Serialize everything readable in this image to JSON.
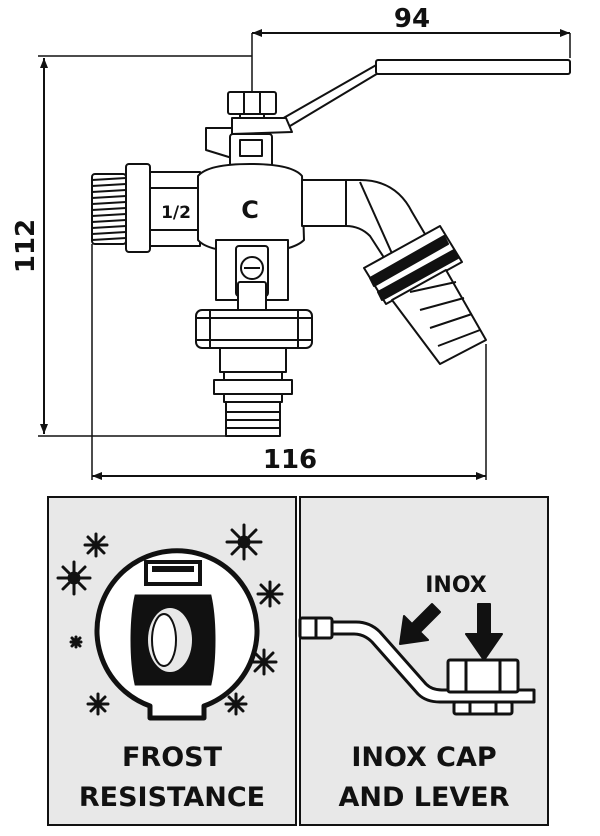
{
  "dimensions": {
    "top_width": "94",
    "height": "112",
    "bottom_width": "116"
  },
  "valve": {
    "thread_size": "1/2",
    "logo_glyph": "C"
  },
  "panels": [
    {
      "title_line1": "FROST",
      "title_line2": "RESISTANCE",
      "icon": "frost-valve-icon"
    },
    {
      "title_line1": "INOX CAP",
      "title_line2": "AND LEVER",
      "icon": "inox-lever-icon",
      "label": "INOX"
    }
  ],
  "colors": {
    "panel_bg": "#e8e8e8",
    "stroke": "#111111",
    "valve_fill": "#ffffff"
  }
}
